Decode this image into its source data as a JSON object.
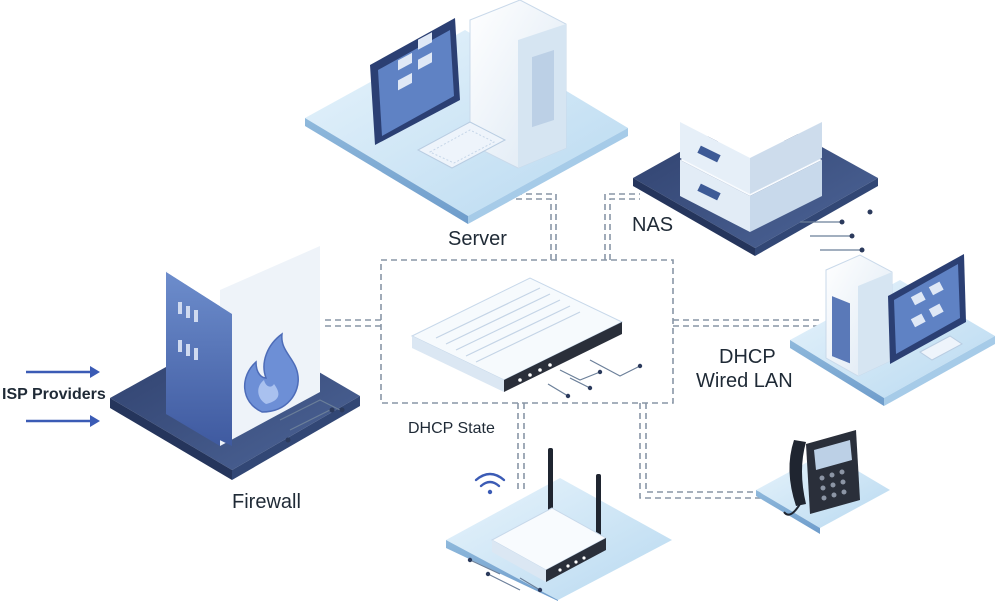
{
  "labels": {
    "server": "Server",
    "nas": "NAS",
    "dhcp_wired_line1": "DHCP",
    "dhcp_wired_line2": "Wired LAN",
    "dhcp_state": "DHCP State",
    "firewall": "Firewall",
    "isp": "ISP Providers"
  },
  "colors": {
    "dashed_line": "#8896a6",
    "platform_light": "#cfe6f6",
    "platform_dark": "#3f5688",
    "device_white": "#f2f7fc",
    "device_blue": "#5576b6",
    "screen": "#3a5a9a",
    "arrow": "#3b5bb5",
    "flame": "#6d8fd6"
  }
}
